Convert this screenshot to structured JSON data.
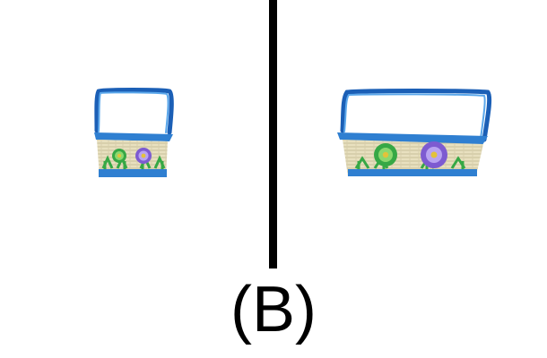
{
  "caption": {
    "label": "(B)"
  },
  "panels": [
    {
      "name": "left",
      "object": "basket",
      "size": "narrow"
    },
    {
      "name": "right",
      "object": "basket",
      "size": "wide"
    }
  ],
  "colors": {
    "background": "#ffffff",
    "divider": "#000000",
    "basket_blue": "#2f7fd1",
    "basket_dark_blue": "#1b5fb6",
    "basket_cream": "#e8e0bf",
    "flower_green": "#36a845",
    "flower_purple": "#7d5bd1",
    "flower_center": "#e3c23b"
  }
}
